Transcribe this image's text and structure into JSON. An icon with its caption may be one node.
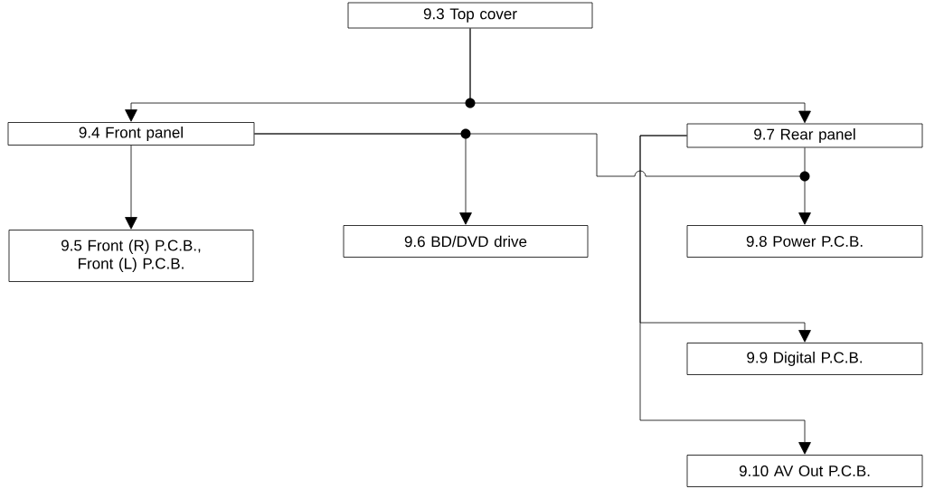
{
  "diagram": {
    "nodes": [
      {
        "text": [
          "9.3 Top cover"
        ]
      },
      {
        "text": [
          "9.4 Front panel"
        ]
      },
      {
        "text": [
          "9.7 Rear panel"
        ]
      },
      {
        "text": [
          "9.5 Front (R) P.C.B., Front (L) P.C.B."
        ]
      },
      {
        "text": [
          "9.6 BD/DVD drive"
        ]
      },
      {
        "text": [
          "9.8 Power P.C.B."
        ]
      },
      {
        "text": [
          "9.9 Digital P.C.B."
        ]
      },
      {
        "text": [
          "9.10 AV Out P.C.B."
        ]
      }
    ],
    "edges": [
      {
        "from": 0,
        "to": 1,
        "arrow": "to"
      },
      {
        "from": 0,
        "to": 2,
        "arrow": "to"
      },
      {
        "from": 1,
        "to": 3,
        "arrow": "to"
      },
      {
        "from": 1,
        "to": 4,
        "arrow": "to"
      },
      {
        "from": 1,
        "to": 5,
        "arrow": "to"
      },
      {
        "from": 2,
        "to": 5,
        "arrow": "to"
      },
      {
        "from": 2,
        "to": 6,
        "arrow": "to"
      },
      {
        "from": 2,
        "to": 7,
        "arrow": "to"
      }
    ]
  }
}
